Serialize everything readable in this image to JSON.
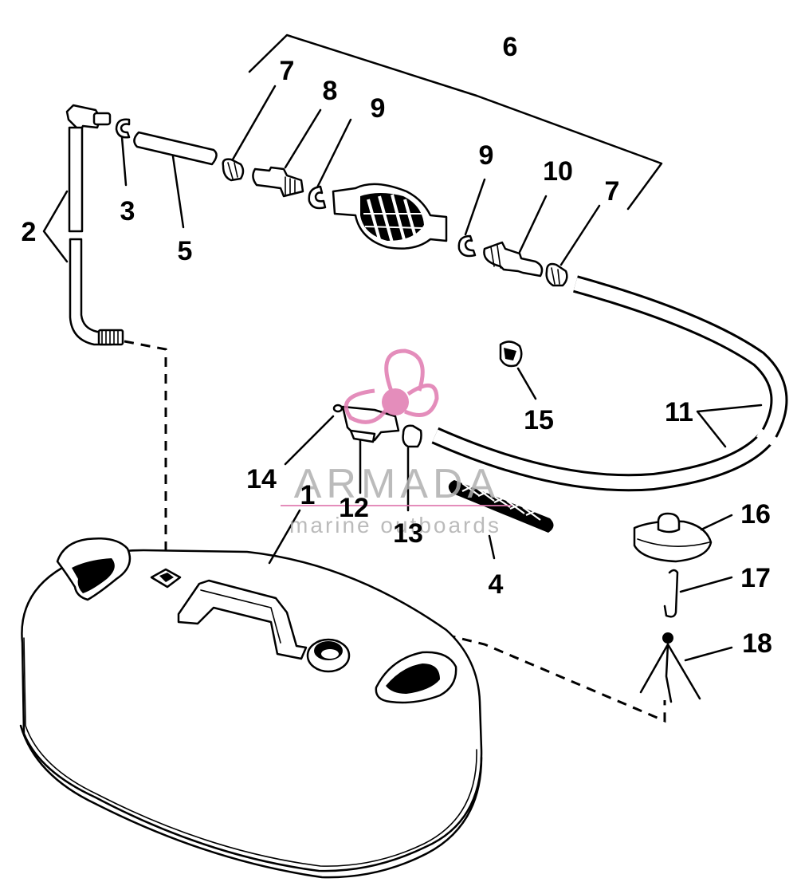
{
  "callouts": {
    "c1": "1",
    "c2": "2",
    "c3": "3",
    "c4": "4",
    "c5": "5",
    "c6": "6",
    "c7a": "7",
    "c7b": "7",
    "c8": "8",
    "c9a": "9",
    "c9b": "9",
    "c10": "10",
    "c11": "11",
    "c12": "12",
    "c13": "13",
    "c14": "14",
    "c15": "15",
    "c16": "16",
    "c17": "17",
    "c18": "18"
  },
  "watermark": {
    "brand": "ARMADA",
    "tagline": "marine outboards",
    "accent_color": "#e07ab0",
    "text_color": "#b0b0b0"
  }
}
